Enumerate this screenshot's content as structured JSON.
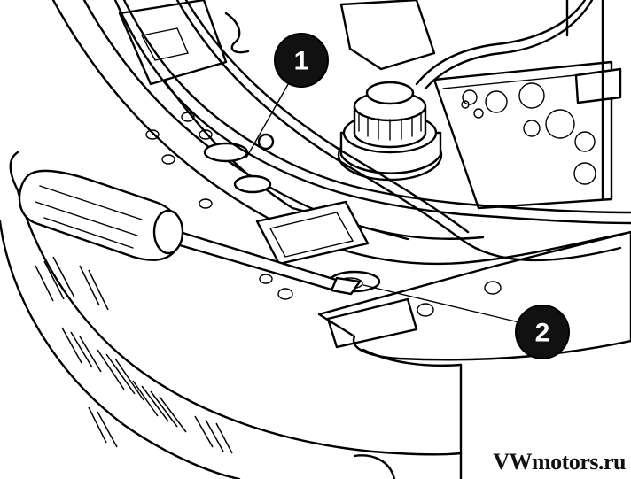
{
  "callouts": [
    {
      "number": "1"
    },
    {
      "number": "2"
    }
  ],
  "watermark": "VWmotors.ru",
  "colors": {
    "ink": "#000000",
    "paper": "#ffffff",
    "callout_fill": "#111111"
  }
}
